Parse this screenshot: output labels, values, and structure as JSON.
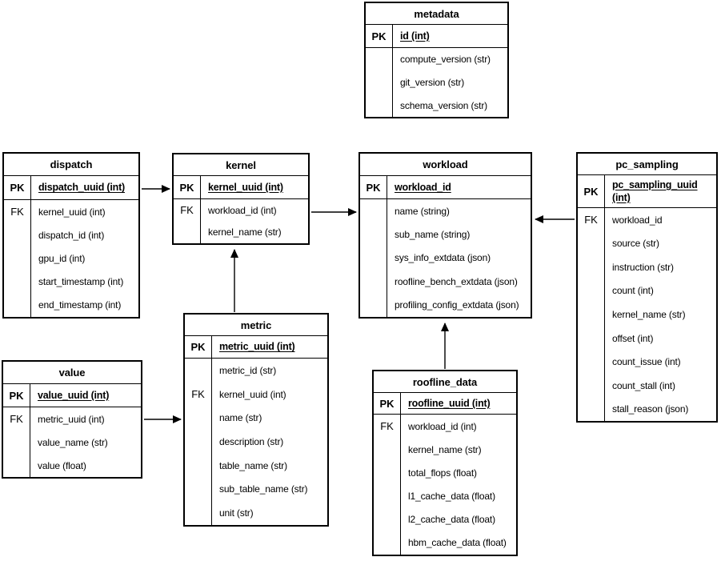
{
  "diagram": {
    "type": "entity-relationship",
    "colors": {
      "border": "#000000",
      "background": "#ffffff",
      "text": "#000000"
    },
    "entities": [
      {
        "id": "metadata",
        "title": "metadata",
        "pk_label": "PK",
        "pk_field": "id (int)",
        "fk_label": "",
        "fk_row_index": 0,
        "fields": [
          "compute_version (str)",
          "git_version (str)",
          "schema_version (str)"
        ]
      },
      {
        "id": "dispatch",
        "title": "dispatch",
        "pk_label": "PK",
        "pk_field": "dispatch_uuid (int)",
        "fk_label": "FK",
        "fk_row_index": 0,
        "fields": [
          "kernel_uuid (int)",
          "dispatch_id (int)",
          "gpu_id (int)",
          "start_timestamp (int)",
          "end_timestamp (int)"
        ]
      },
      {
        "id": "kernel",
        "title": "kernel",
        "pk_label": "PK",
        "pk_field": "kernel_uuid (int)",
        "fk_label": "FK",
        "fk_row_index": 0,
        "fields": [
          "workload_id (int)",
          "kernel_name (str)"
        ]
      },
      {
        "id": "workload",
        "title": "workload",
        "pk_label": "PK",
        "pk_field": "workload_id",
        "fk_label": "",
        "fk_row_index": 0,
        "fields": [
          "name (string)",
          "sub_name (string)",
          "sys_info_extdata (json)",
          "roofline_bench_extdata (json)",
          "profiling_config_extdata (json)"
        ]
      },
      {
        "id": "pc_sampling",
        "title": "pc_sampling",
        "pk_label": "PK",
        "pk_field": "pc_sampling_uuid (int)",
        "fk_label": "FK",
        "fk_row_index": 0,
        "fields": [
          "workload_id",
          "source (str)",
          "instruction (str)",
          "count (int)",
          "kernel_name (str)",
          "offset (int)",
          "count_issue (int)",
          "count_stall (int)",
          "stall_reason (json)"
        ]
      },
      {
        "id": "metric",
        "title": "metric",
        "pk_label": "PK",
        "pk_field": "metric_uuid (int)",
        "fk_label": "FK",
        "fk_row_index": 1,
        "fields": [
          "metric_id (str)",
          "kernel_uuid (int)",
          "name (str)",
          "description (str)",
          "table_name (str)",
          "sub_table_name (str)",
          "unit (str)"
        ]
      },
      {
        "id": "value",
        "title": "value",
        "pk_label": "PK",
        "pk_field": "value_uuid (int)",
        "fk_label": "FK",
        "fk_row_index": 0,
        "fields": [
          "metric_uuid (int)",
          "value_name (str)",
          "value (float)"
        ]
      },
      {
        "id": "roofline_data",
        "title": "roofline_data",
        "pk_label": "PK",
        "pk_field": "roofline_uuid (int)",
        "fk_label": "FK",
        "fk_row_index": 0,
        "fields": [
          "workload_id (int)",
          "kernel_name (str)",
          "total_flops (float)",
          "l1_cache_data (float)",
          "l2_cache_data (float)",
          "hbm_cache_data (float)"
        ]
      }
    ],
    "relations": [
      {
        "from": "dispatch",
        "to": "kernel"
      },
      {
        "from": "kernel",
        "to": "workload"
      },
      {
        "from": "pc_sampling",
        "to": "workload"
      },
      {
        "from": "metric",
        "to": "kernel"
      },
      {
        "from": "value",
        "to": "metric"
      },
      {
        "from": "roofline_data",
        "to": "workload"
      }
    ]
  }
}
